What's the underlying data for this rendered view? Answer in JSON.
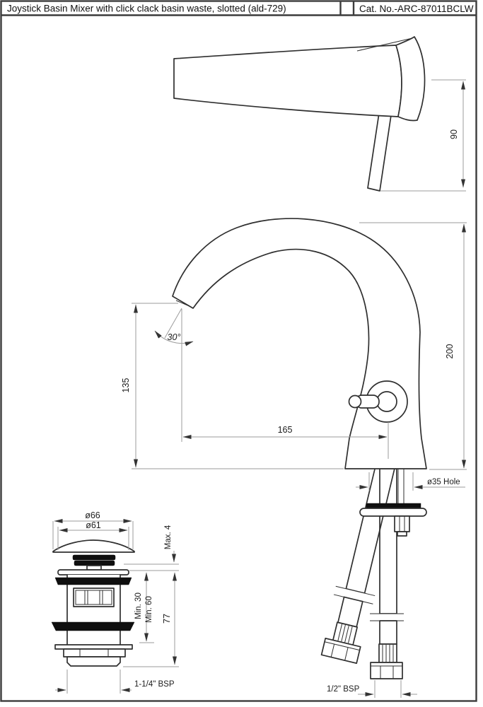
{
  "header": {
    "title": "Joystick Basin Mixer with click clack basin waste, slotted (ald-729)",
    "catalog": "Cat. No.-ARC-87011BCLW"
  },
  "views": {
    "handle": {
      "height": "90"
    },
    "mixer": {
      "height": "200",
      "spout_height": "135",
      "reach": "165",
      "spout_angle": "30°",
      "hole": "ø35 Hole"
    },
    "waste": {
      "dia_outer": "ø66",
      "dia_inner": "ø61",
      "deck_max": "Max. 4",
      "deck_min30": "Min. 30",
      "deck_min60": "Min. 60",
      "height": "77",
      "thread": "1-1/4\" BSP"
    },
    "hoses": {
      "thread": "1/2\" BSP"
    }
  }
}
